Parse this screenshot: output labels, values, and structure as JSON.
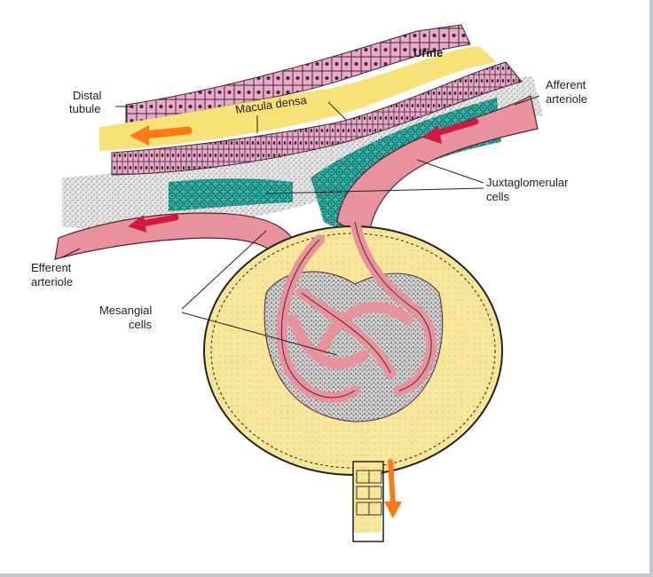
{
  "labels": {
    "distal_tubule_1": "Distal",
    "distal_tubule_2": "tubule",
    "urine": "Urine",
    "macula_densa": "Macula densa",
    "afferent_1": "Afferent",
    "afferent_2": "arteriole",
    "juxtaglomerular_1": "Juxtaglomerular",
    "juxtaglomerular_2": "cells",
    "efferent_1": "Efferent",
    "efferent_2": "arteriole",
    "mesangial_1": "Mesangial",
    "mesangial_2": "cells"
  },
  "colors": {
    "tubule_cells": "#e9a8c8",
    "urine": "#f7e27a",
    "vessel": "#e8929e",
    "vessel_lumen": "#f2b8c0",
    "jg_cells": "#2fb3a6",
    "interstitium": "#c8c8c8",
    "capsule": "#f7e8a0",
    "flow_arrow": "#ff7a14",
    "blood_arrow": "#d2193c"
  }
}
